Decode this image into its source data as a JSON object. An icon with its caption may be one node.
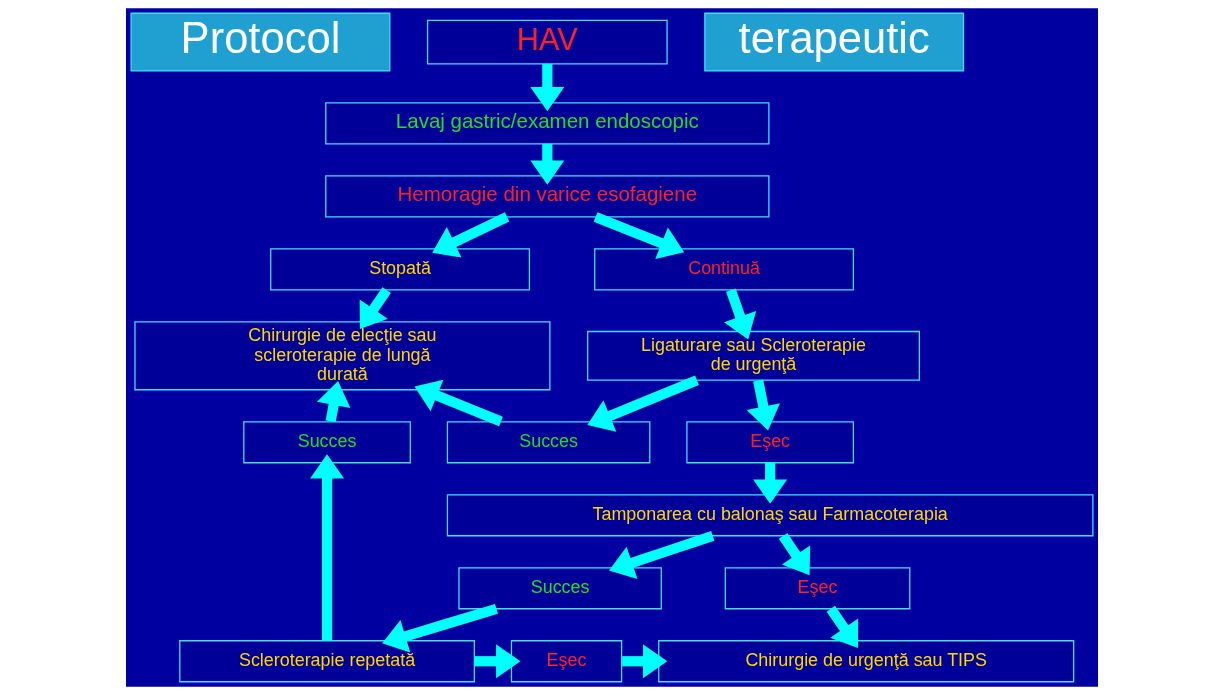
{
  "diagram": {
    "nodes": [
      {
        "text": [
          "Protocol"
        ]
      },
      {
        "text": [
          "HAV"
        ]
      },
      {
        "text": [
          "terapeutic"
        ]
      },
      {
        "text": [
          "Lavaj gastric/examen endoscopic"
        ]
      },
      {
        "text": [
          "Hemoragie din varice esofagiene"
        ]
      },
      {
        "text": [
          "Stopată"
        ]
      },
      {
        "text": [
          "Continuă"
        ]
      },
      {
        "text": [
          "Chirurgie de elecţie sau scleroterapie de lungă durată"
        ]
      },
      {
        "text": [
          "Ligaturare sau Scleroterapie de urgenţă"
        ]
      },
      {
        "text": [
          "Succes"
        ]
      },
      {
        "text": [
          "Eşec"
        ]
      },
      {
        "text": [
          "Succes"
        ]
      },
      {
        "text": [
          "Tamponarea cu balonaş sau Farmacoterapia"
        ]
      },
      {
        "text": [
          "Succes"
        ]
      },
      {
        "text": [
          "Eşec"
        ]
      },
      {
        "text": [
          "Scleroterapie repetată"
        ]
      },
      {
        "text": [
          "Eşec"
        ]
      },
      {
        "text": [
          "Chirurgie de urgenţă sau TIPS"
        ]
      }
    ],
    "edges": [
      {
        "from": 1,
        "to": 3,
        "arrow": "to"
      },
      {
        "from": 3,
        "to": 4,
        "arrow": "to"
      },
      {
        "from": 4,
        "to": 5,
        "arrow": "to"
      },
      {
        "from": 4,
        "to": 6,
        "arrow": "to"
      },
      {
        "from": 5,
        "to": 7,
        "arrow": "to"
      },
      {
        "from": 6,
        "to": 8,
        "arrow": "to"
      },
      {
        "from": 8,
        "to": 9,
        "arrow": "to"
      },
      {
        "from": 8,
        "to": 10,
        "arrow": "to"
      },
      {
        "from": 9,
        "to": 7,
        "arrow": "to"
      },
      {
        "from": 10,
        "to": 12,
        "arrow": "to"
      },
      {
        "from": 11,
        "to": 7,
        "arrow": "to"
      },
      {
        "from": 12,
        "to": 13,
        "arrow": "to"
      },
      {
        "from": 12,
        "to": 14,
        "arrow": "to"
      },
      {
        "from": 13,
        "to": 15,
        "arrow": "to"
      },
      {
        "from": 14,
        "to": 17,
        "arrow": "to"
      },
      {
        "from": 15,
        "to": 11,
        "arrow": "to"
      },
      {
        "from": 15,
        "to": 16,
        "arrow": "to"
      },
      {
        "from": 16,
        "to": 17,
        "arrow": "to"
      }
    ]
  }
}
